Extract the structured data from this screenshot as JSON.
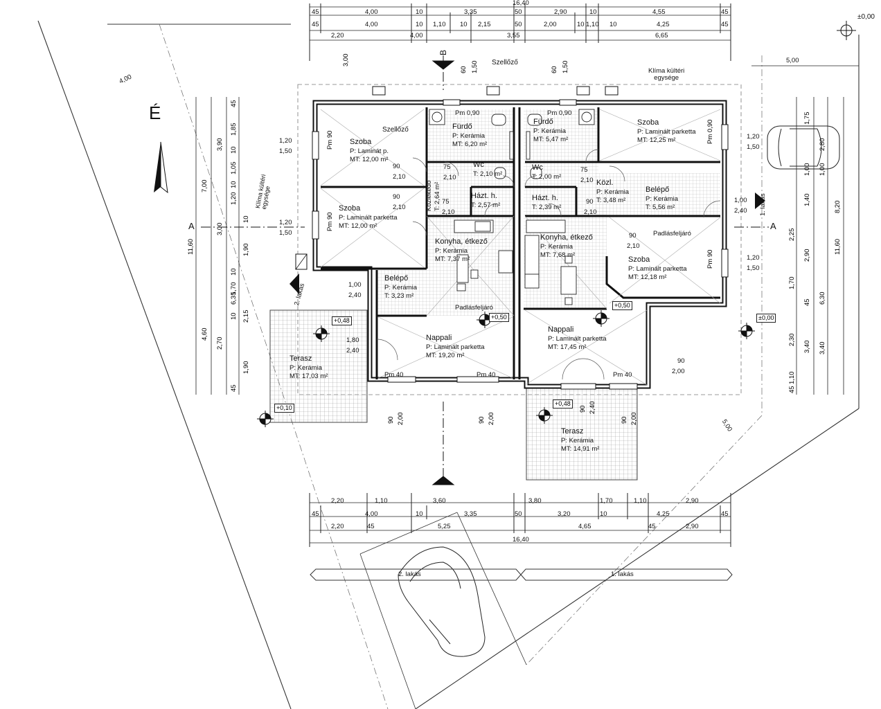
{
  "north_label": "É",
  "ground_level": "±0,00",
  "top_total": "16,40",
  "bottom_total": "16,40",
  "dims_top_row1": [
    "45",
    "4,00",
    "10",
    "3,35",
    "50",
    "2,90",
    "10",
    "4,55",
    "45"
  ],
  "dims_top_row2": [
    "45",
    "4,00",
    "10",
    "1,10",
    "10",
    "2,15",
    "50",
    "2,00",
    "10",
    "1,10",
    "10",
    "4,25",
    "45"
  ],
  "dims_top_row3": [
    "2,20",
    "4,00",
    "3,55",
    "6,65"
  ],
  "dims_bottom_row1": [
    "2,20",
    "1,10",
    "3,60",
    "3,80",
    "1,70",
    "1,10",
    "2,90"
  ],
  "dims_bottom_row2": [
    "45",
    "4,00",
    "10",
    "3,35",
    "50",
    "3,20",
    "10",
    "4,25",
    "45"
  ],
  "dims_bottom_row3": [
    "2,20",
    "45",
    "5,25",
    "4,65",
    "45",
    "2,90"
  ],
  "dims_left_outer": [
    "7,00",
    "11,60",
    "4,60"
  ],
  "dims_left_mid": [
    "3,90",
    "3,00",
    "6,35",
    "2,70"
  ],
  "dims_left_inner": [
    "45",
    "1,85",
    "10",
    "1,05",
    "10",
    "1,20",
    "10",
    "1,90",
    "10",
    "1,70",
    "10",
    "2,15",
    "1,90",
    "45"
  ],
  "dims_right_outer": [
    "11,60",
    "3,40"
  ],
  "dims_right_mid": [
    "2,80",
    "8,20",
    "6,30",
    "3,40"
  ],
  "dims_right_inner": [
    "1,75",
    "1,00",
    "1,00",
    "1,40",
    "2,25",
    "2,90",
    "1,70",
    "45",
    "2,30",
    "1,10",
    "45"
  ],
  "dim_500": "5,00",
  "dim_400": "4,00",
  "dim_300": "3,00",
  "dim_500_diag": "5,00",
  "section_a": "A",
  "section_b": "B",
  "klima_right": "Klíma kültéri\negysége",
  "klima_left": "Klíma kültéri\negysége",
  "szellozo_1": "Szellőző",
  "szellozo_2": "Szellőző",
  "padlas_1": "Padlásfeljáró",
  "padlas_2": "Padlásfeljáró",
  "lakas_left": "2. lakás",
  "lakas_right": "1. lakás",
  "lakas_entry_left": "2. lakás",
  "lakas_entry_right": "1. lakás",
  "window_labels": [
    {
      "a": "1,20",
      "b": "1,50"
    },
    {
      "a": "1,20",
      "b": "1,50"
    },
    {
      "a": "1,20",
      "b": "1,50"
    },
    {
      "a": "1,20",
      "b": "1,50"
    },
    {
      "a": "1,00",
      "b": "2,40"
    },
    {
      "a": "1,00",
      "b": "2,40"
    },
    {
      "a": "1,80",
      "b": "2,40"
    },
    {
      "a": "90",
      "b": "2,00"
    }
  ],
  "door_labels": [
    "90",
    "2,10",
    "90",
    "2,10",
    "90",
    "2,10",
    "75",
    "2,10",
    "75",
    "2,10",
    "75",
    "2,10",
    "90",
    "2,10"
  ],
  "vertical_labels": [
    "60",
    "1,50",
    "60",
    "1,50",
    "90",
    "2,00",
    "90",
    "2,00",
    "90",
    "2,40",
    "90",
    "2,00"
  ],
  "pm_labels": [
    "Pm 0,90",
    "Pm 0,90",
    "Pm 90",
    "Pm 90",
    "Pm 0,90",
    "Pm 90",
    "Pm 40",
    "Pm 40",
    "Pm 40"
  ],
  "elevations": [
    "+0,48",
    "+0,50",
    "+0,50",
    "+0,10",
    "+0,48",
    "±0,00"
  ],
  "rooms": [
    {
      "name": "Szoba",
      "p": "P: Laminát p.",
      "mt": "MT: 12,00 m²"
    },
    {
      "name": "Szoba",
      "p": "P: Laminált parketta",
      "mt": "MT:         12,00 m²"
    },
    {
      "name": "Fürdő",
      "p": "P:    Kerámia",
      "mt": "MT: 6,20 m²"
    },
    {
      "name": "Wc",
      "p": "",
      "mt": "T: 2,10 m²"
    },
    {
      "name": "Házt. h.",
      "p": "",
      "mt": "T: 2,57 m²"
    },
    {
      "name": "Közlekedő",
      "p": "",
      "mt": "T: 2,64 m²"
    },
    {
      "name": "Konyha, étkező",
      "p": "P:          Kerámia",
      "mt": "MT:           7,37 m²"
    },
    {
      "name": "Belépő",
      "p": "P: Kerámia",
      "mt": "T:   3,23 m²"
    },
    {
      "name": "Nappali",
      "p": "P: Laminált parketta",
      "mt": "MT:           19,20 m²"
    },
    {
      "name": "Terasz",
      "p": "P:    Kerámia",
      "mt": "MT: 17,03 m²"
    },
    {
      "name": "Fürdő",
      "p": "P:    Kerámia",
      "mt": "MT: 5,47 m²"
    },
    {
      "name": "Wc",
      "p": "",
      "mt": "T: 2,00 m²"
    },
    {
      "name": "Házt. h.",
      "p": "",
      "mt": "T: 2,39 m²"
    },
    {
      "name": "Szoba",
      "p": "P: Laminált parketta",
      "mt": "MT:           12,25 m²"
    },
    {
      "name": "Közl.",
      "p": "P:  Kerámia",
      "mt": "T:  3,48 m²"
    },
    {
      "name": "Belépő",
      "p": "P: Kerámia",
      "mt": "T:  5,56 m²"
    },
    {
      "name": "Konyha, étkező",
      "p": "P:            Kerámia",
      "mt": "MT:           7,68 m²"
    },
    {
      "name": "Szoba",
      "p": "P: Laminált parketta",
      "mt": "MT:            12,18 m²"
    },
    {
      "name": "Nappali",
      "p": "P: Laminált parketta",
      "mt": "MT:           17,45 m²"
    },
    {
      "name": "Terasz",
      "p": "P:      Kerámia",
      "mt": "MT: 14,91 m²"
    }
  ]
}
